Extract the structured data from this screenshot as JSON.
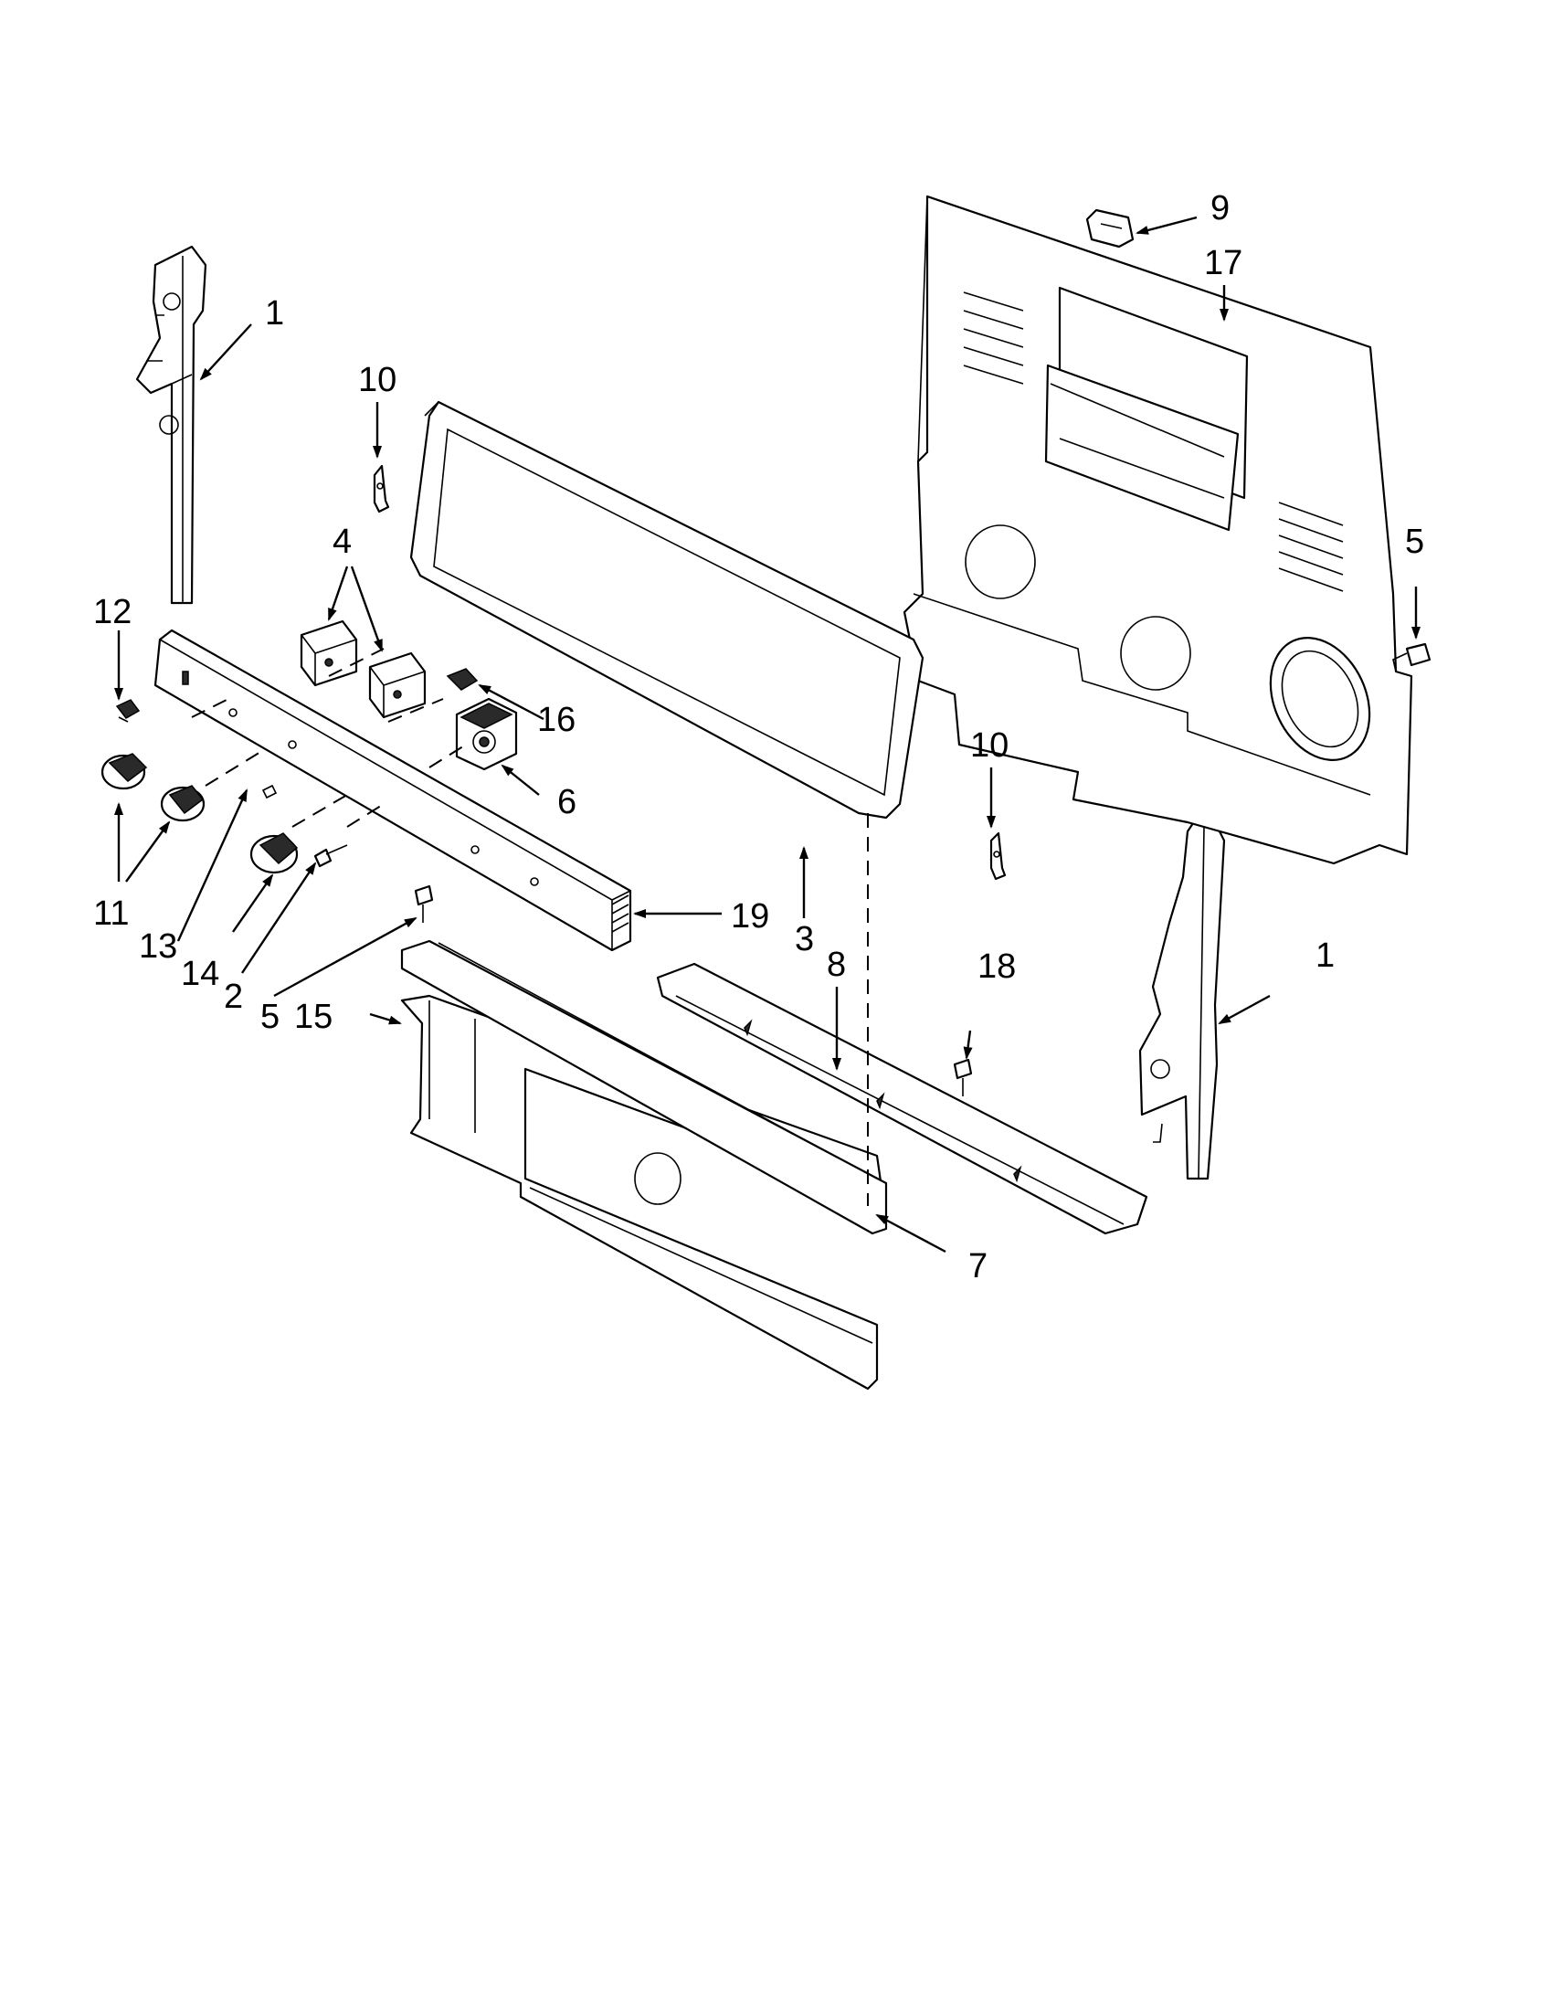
{
  "callouts": [
    {
      "id": "c-1-left",
      "label": "1"
    },
    {
      "id": "c-1-right",
      "label": "1"
    },
    {
      "id": "c-2",
      "label": "2"
    },
    {
      "id": "c-3",
      "label": "3"
    },
    {
      "id": "c-4",
      "label": "4"
    },
    {
      "id": "c-5-left",
      "label": "5"
    },
    {
      "id": "c-5-right",
      "label": "5"
    },
    {
      "id": "c-6",
      "label": "6"
    },
    {
      "id": "c-7",
      "label": "7"
    },
    {
      "id": "c-8",
      "label": "8"
    },
    {
      "id": "c-9",
      "label": "9"
    },
    {
      "id": "c-10-left",
      "label": "10"
    },
    {
      "id": "c-10-right",
      "label": "10"
    },
    {
      "id": "c-11",
      "label": "11"
    },
    {
      "id": "c-12",
      "label": "12"
    },
    {
      "id": "c-13",
      "label": "13"
    },
    {
      "id": "c-14",
      "label": "14"
    },
    {
      "id": "c-15",
      "label": "15"
    },
    {
      "id": "c-16",
      "label": "16"
    },
    {
      "id": "c-17",
      "label": "17"
    },
    {
      "id": "c-18",
      "label": "18"
    },
    {
      "id": "c-19",
      "label": "19"
    }
  ],
  "colors": {
    "line": "#000000",
    "background": "#ffffff",
    "shade": "#d9d9d9"
  }
}
